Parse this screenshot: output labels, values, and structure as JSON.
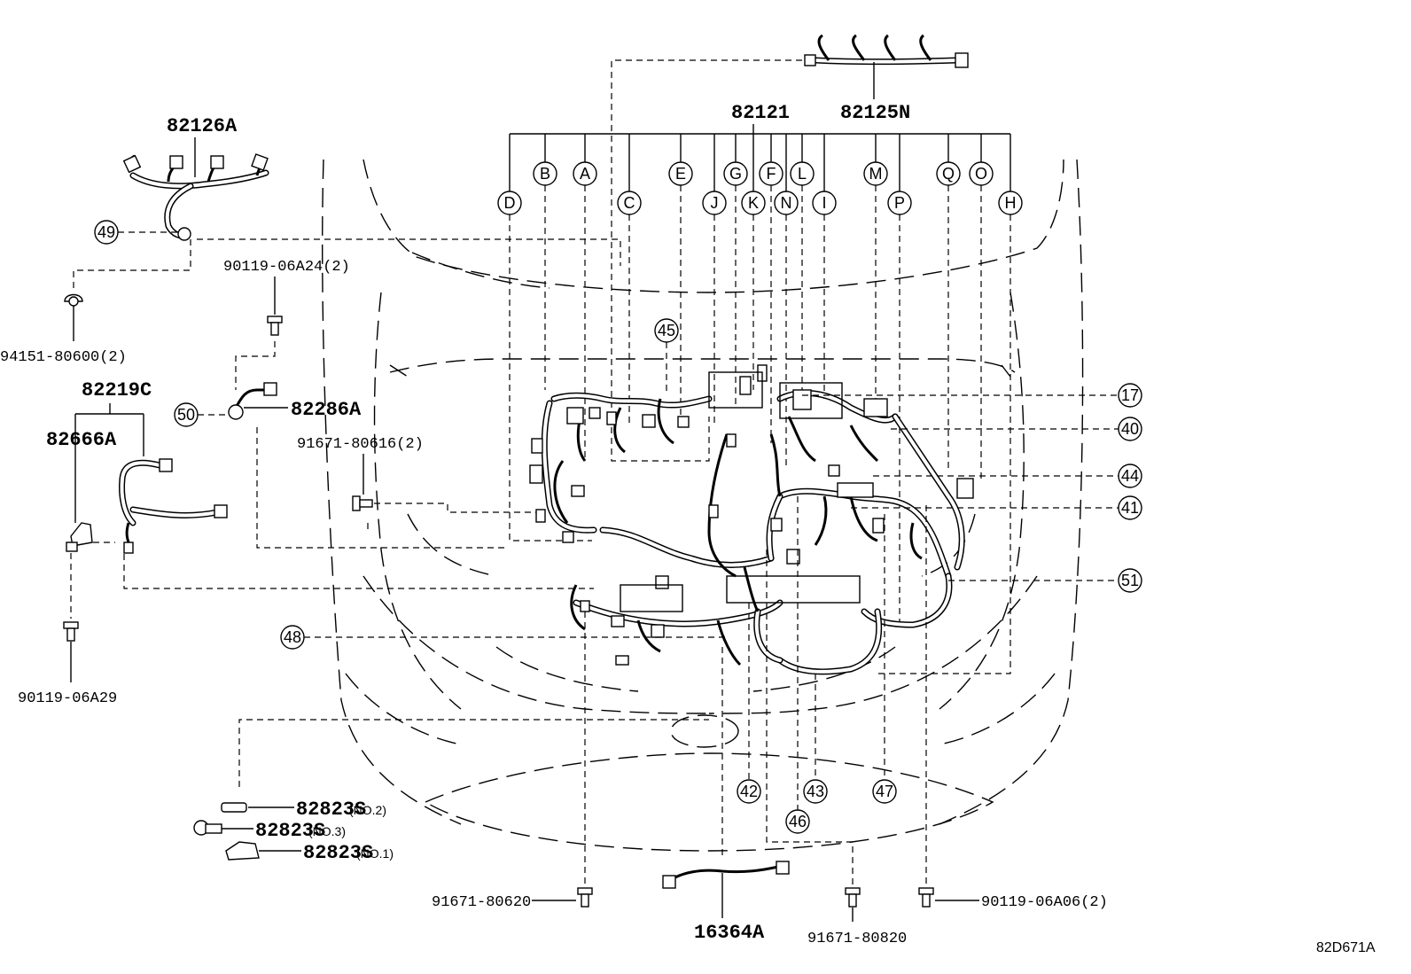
{
  "diagram_code": "82D671A",
  "parts": {
    "p82125N": "82125N",
    "p82121": "82121",
    "p82126A": "82126A",
    "p90119_06A24": "90119-06A24(2)",
    "p94151_80600": "94151-80600(2)",
    "p82219C": "82219C",
    "p82666A": "82666A",
    "p82286A": "82286A",
    "p91671_80616": "91671-80616(2)",
    "p90119_06A29": "90119-06A29",
    "p82823S_no2": "82823S",
    "p82823S_no3": "82823S",
    "p82823S_no1": "82823S",
    "p91671_80620": "91671-80620",
    "p16364A": "16364A",
    "p91671_80820": "91671-80820",
    "p90119_06A06": "90119-06A06(2)"
  },
  "notes": {
    "no2": "(NO.2)",
    "no3": "(NO.3)",
    "no1": "(NO.1)"
  },
  "connector_letters": {
    "D": "D",
    "B": "B",
    "A": "A",
    "C": "C",
    "E": "E",
    "J": "J",
    "G": "G",
    "K": "K",
    "F": "F",
    "N": "N",
    "L": "L",
    "I": "I",
    "M": "M",
    "P": "P",
    "Q": "Q",
    "O": "O",
    "H": "H"
  },
  "callouts": {
    "c17": "17",
    "c40": "40",
    "c44": "44",
    "c41": "41",
    "c51": "51",
    "c45": "45",
    "c48": "48",
    "c49": "49",
    "c50": "50",
    "c42": "42",
    "c43": "43",
    "c46": "46",
    "c47": "47"
  }
}
